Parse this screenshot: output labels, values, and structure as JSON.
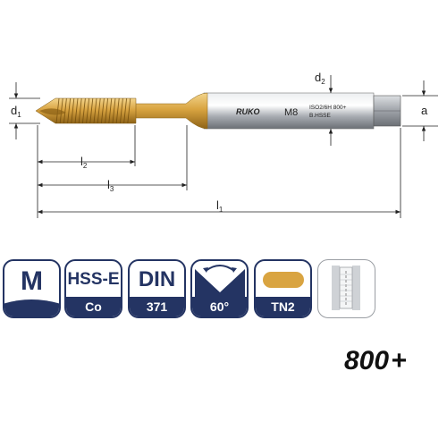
{
  "dimensions": {
    "d1": {
      "main": "d",
      "sub": "1"
    },
    "d2": {
      "main": "d",
      "sub": "2"
    },
    "a": {
      "main": "a"
    },
    "l1": {
      "main": "l",
      "sub": "1"
    },
    "l2": {
      "main": "l",
      "sub": "2"
    },
    "l3": {
      "main": "l",
      "sub": "3"
    }
  },
  "shank_marking": {
    "brand": "RUKO",
    "size": "M8",
    "spec_line1": "ISO2/6H 800+",
    "spec_line2": "B.HSSE"
  },
  "badges": [
    {
      "id": "thread",
      "top": "M",
      "bottom": ""
    },
    {
      "id": "material",
      "top": "HSS-E",
      "bottom": "Co"
    },
    {
      "id": "standard",
      "top": "DIN",
      "bottom": "371"
    },
    {
      "id": "angle",
      "top": "",
      "bottom": "60°"
    },
    {
      "id": "coating",
      "top": "",
      "bottom": "TN2"
    },
    {
      "id": "hole-type",
      "top": "",
      "bottom": ""
    }
  ],
  "series": {
    "number": "800",
    "plus": "+"
  },
  "colors": {
    "navy": "#243463",
    "gold": "#d9a441",
    "steel": "#b9bcc1"
  }
}
